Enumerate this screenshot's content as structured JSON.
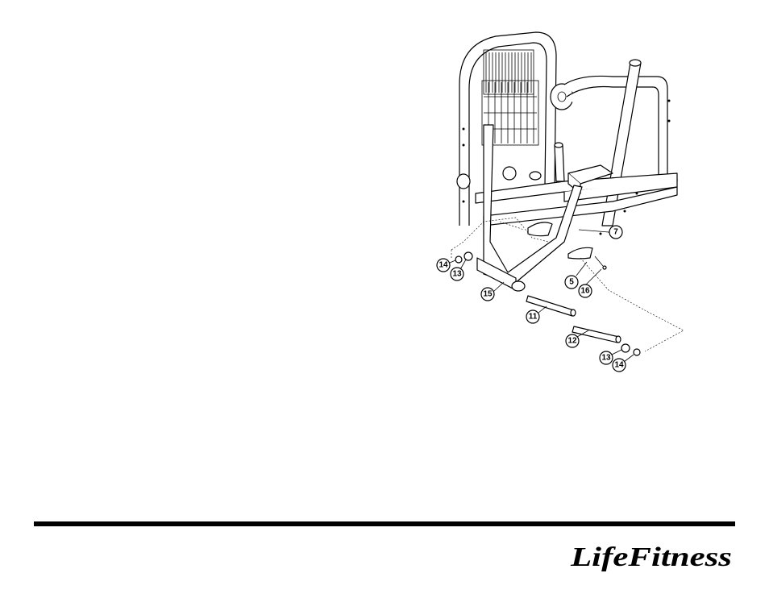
{
  "diagram": {
    "callouts": [
      {
        "id": "c7",
        "label": "7"
      },
      {
        "id": "c5",
        "label": "5"
      },
      {
        "id": "c16",
        "label": "16"
      },
      {
        "id": "c14a",
        "label": "14"
      },
      {
        "id": "c13a",
        "label": "13"
      },
      {
        "id": "c15",
        "label": "15"
      },
      {
        "id": "c11",
        "label": "11"
      },
      {
        "id": "c12",
        "label": "12"
      },
      {
        "id": "c13b",
        "label": "13"
      },
      {
        "id": "c14b",
        "label": "14"
      }
    ]
  },
  "footer": {
    "rule_color": "#000000",
    "logo_text": "LifeFitness"
  }
}
